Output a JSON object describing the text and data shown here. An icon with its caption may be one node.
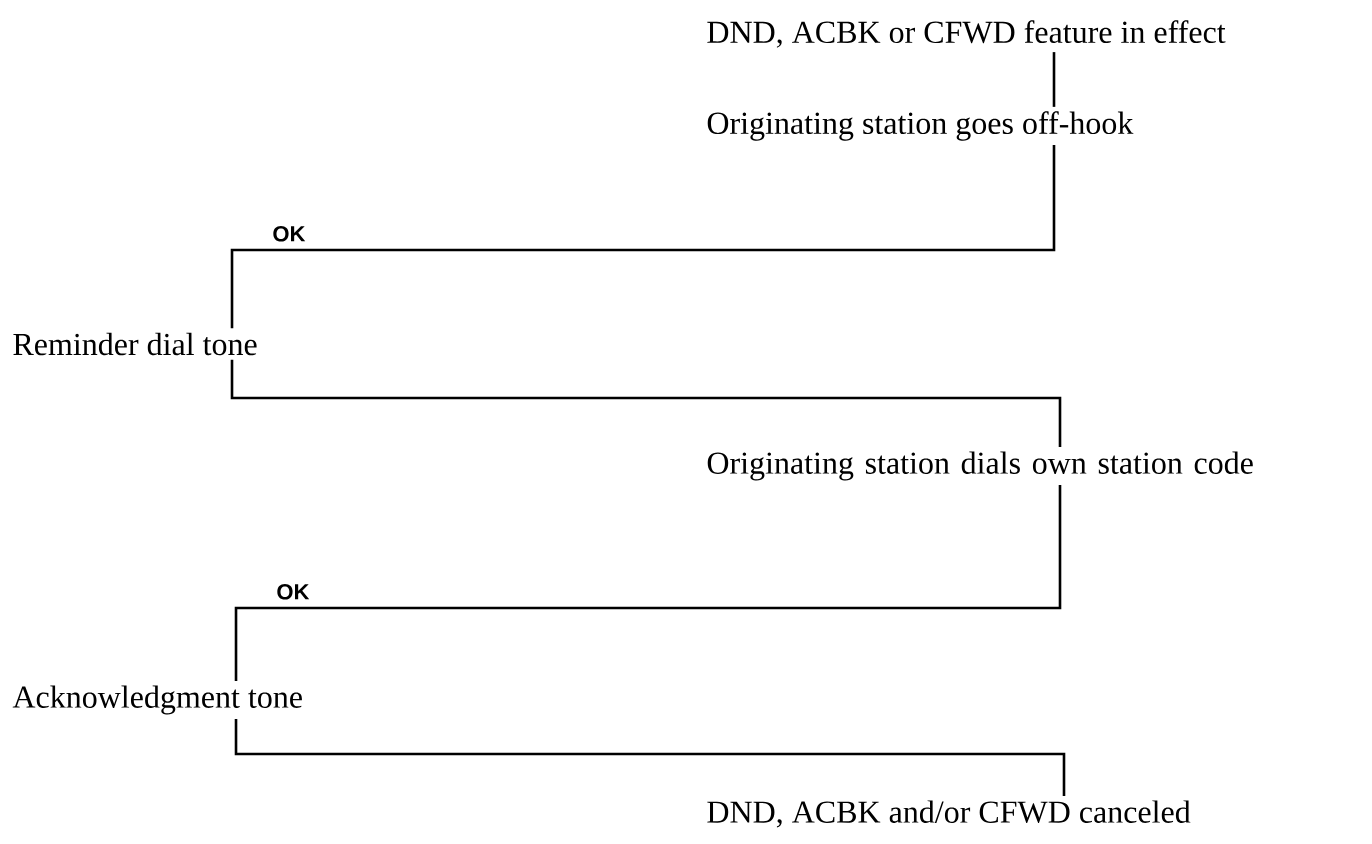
{
  "diagram": {
    "nodes": [
      {
        "text": [
          "DND, ACBK or CFWD feature in effect"
        ]
      },
      {
        "text": [
          "Originating station goes off-hook"
        ]
      },
      {
        "text": [
          "Reminder dial tone"
        ]
      },
      {
        "text": [
          "Originating station dials own station code"
        ]
      },
      {
        "text": [
          "Acknowledgment tone"
        ]
      },
      {
        "text": [
          "DND, ACBK and/or CFWD canceled"
        ]
      }
    ],
    "edges": [
      {
        "from": 0,
        "to": 1,
        "arrow": "none"
      },
      {
        "from": 1,
        "to": 2,
        "arrow": "none",
        "label": "OK"
      },
      {
        "from": 2,
        "to": 3,
        "arrow": "none"
      },
      {
        "from": 3,
        "to": 4,
        "arrow": "none",
        "label": "OK"
      },
      {
        "from": 4,
        "to": 5,
        "arrow": "none"
      }
    ]
  }
}
